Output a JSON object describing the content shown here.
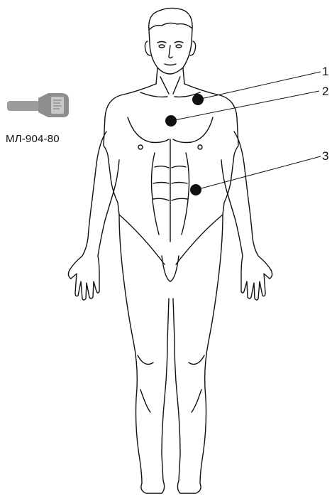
{
  "device": {
    "label": "МЛ-904-80"
  },
  "points": [
    {
      "number": "1"
    },
    {
      "number": "2"
    },
    {
      "number": "3"
    }
  ]
}
